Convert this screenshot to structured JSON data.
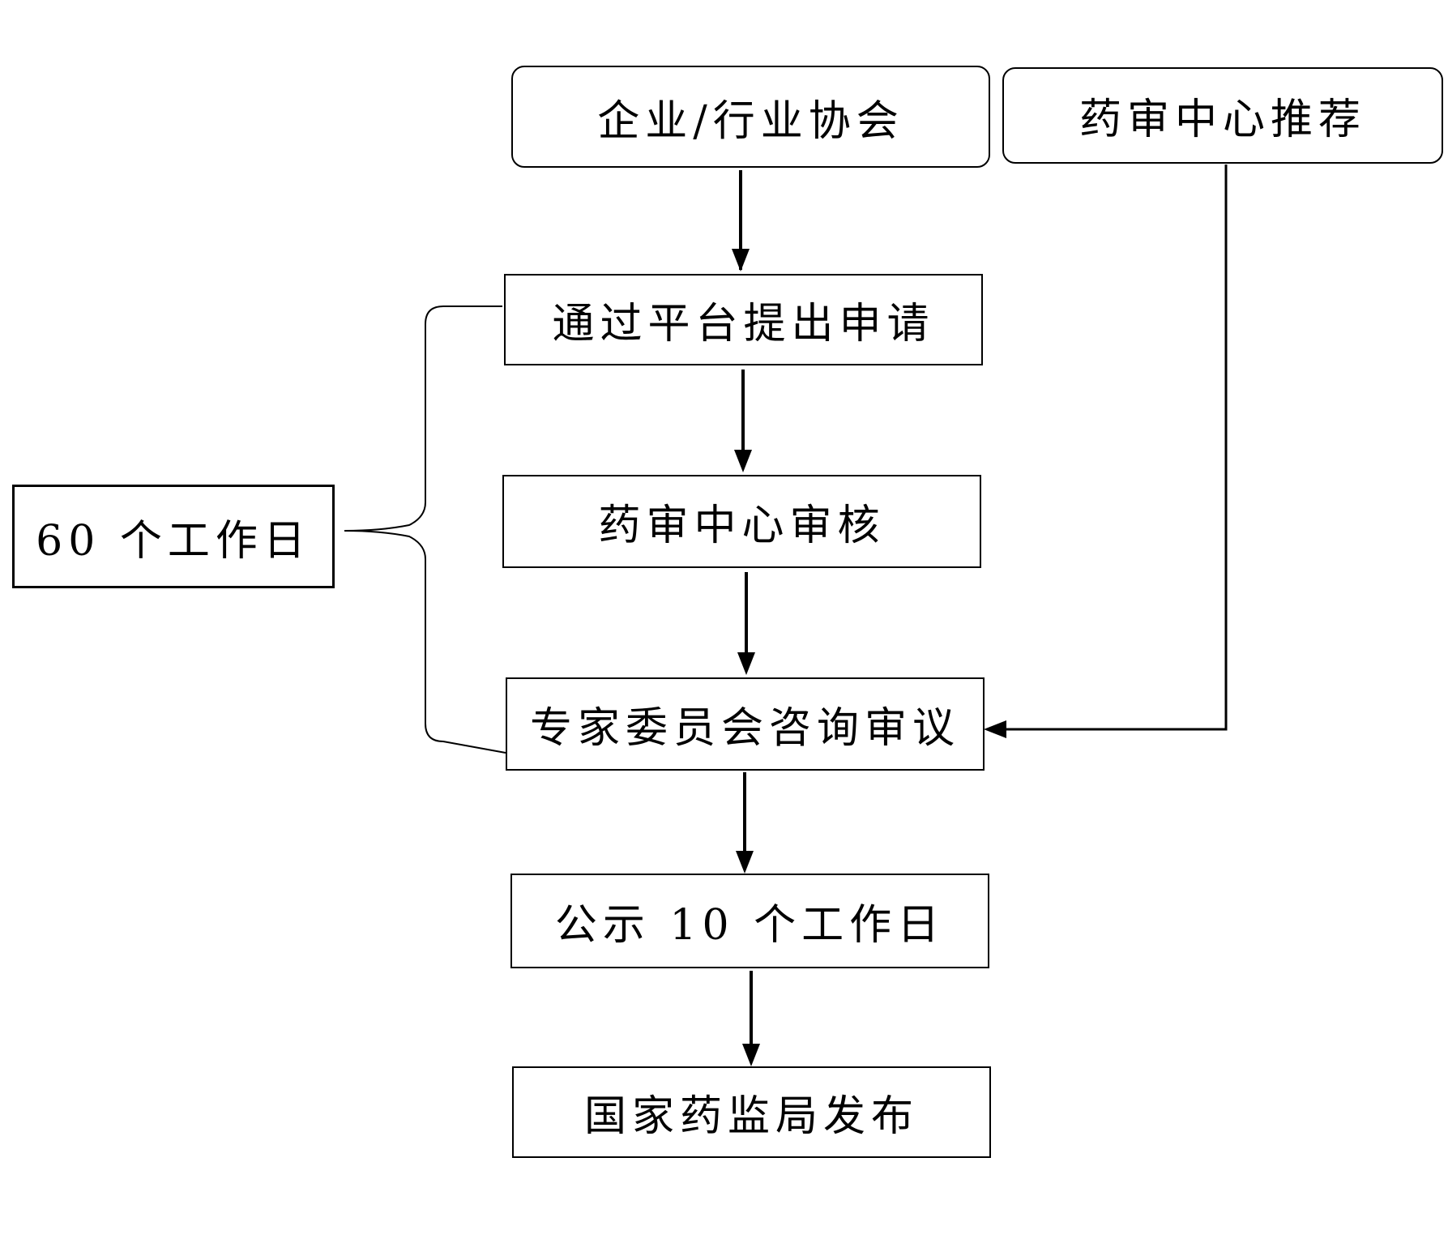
{
  "diagram": {
    "type": "flowchart",
    "colors": {
      "stroke": "#000000",
      "fill": "#ffffff",
      "text": "#000000"
    },
    "nodes": {
      "enterprise": "企业/行业协会",
      "center_recommend": "药审中心推荐",
      "apply": "通过平台提出申请",
      "center_review": "药审中心审核",
      "expert_review": "专家委员会咨询审议",
      "publicity": "公示 10 个工作日",
      "nmpa_release": "国家药监局发布",
      "duration": "60 个工作日"
    }
  }
}
